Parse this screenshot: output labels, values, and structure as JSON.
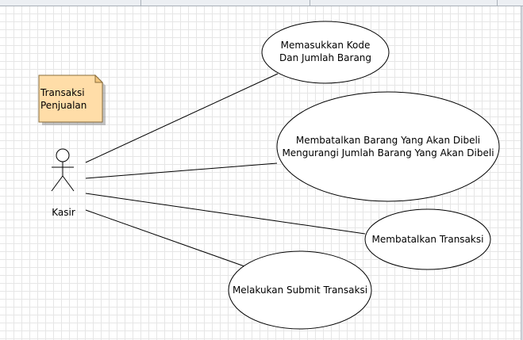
{
  "diagram": {
    "note": {
      "lines": [
        "Transaksi",
        "Penjualan"
      ],
      "fill": "#ffdda8",
      "border": "#8a6d3b"
    },
    "actor": {
      "name": "Kasir"
    },
    "use_cases": [
      {
        "lines": [
          "Memasukkan Kode",
          "Dan Jumlah Barang"
        ]
      },
      {
        "lines": [
          "Membatalkan Barang Yang Akan Dibeli",
          "Mengurangi Jumlah Barang Yang Akan Dibeli"
        ]
      },
      {
        "lines": [
          "Membatalkan Transaksi"
        ]
      },
      {
        "lines": [
          "Melakukan Submit Transaksi"
        ]
      }
    ]
  }
}
